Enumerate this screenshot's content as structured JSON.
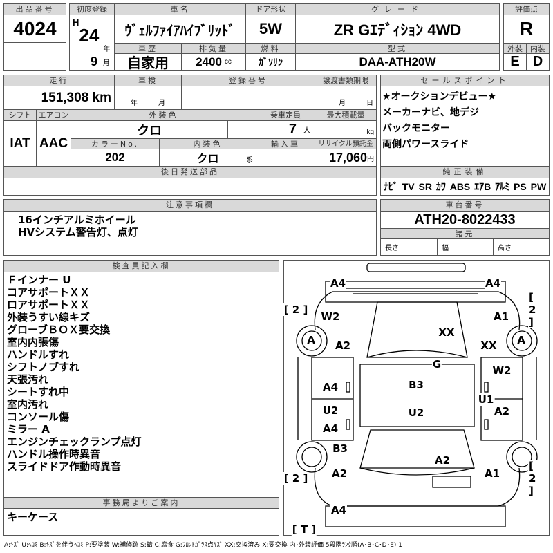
{
  "header": {
    "lot_no_label": "出品番号",
    "lot_no": "4024",
    "first_reg_label": "初度登録",
    "era": "H",
    "year": "24",
    "year_unit": "年",
    "month": "9",
    "month_unit": "月",
    "car_name_label": "車名",
    "car_name": "ｳﾞｪﾙﾌｧｲｱﾊｲﾌﾞﾘｯﾄﾞ",
    "door_label": "ドア形状",
    "door": "5W",
    "grade_label": "グレード",
    "grade": "ZR Gｴﾃﾞｨｼｮﾝ 4WD",
    "score_label": "評価点",
    "score": "R",
    "history_label": "車歴",
    "history": "自家用",
    "displacement_label": "排気量",
    "displacement": "2400",
    "displacement_unit": "cc",
    "fuel_label": "燃料",
    "fuel": "ｶﾞｿﾘﾝ",
    "model_label": "型式",
    "model": "DAA-ATH20W",
    "exterior_label": "外装",
    "exterior": "E",
    "interior_label": "内装",
    "interior": "D"
  },
  "details": {
    "mileage_label": "走行",
    "mileage": "151,308 km",
    "inspection_label": "車検",
    "inspection_year": "年",
    "inspection_month": "月",
    "reg_no_label": "登録番号",
    "transfer_label": "譲渡書類期限",
    "transfer_month": "月",
    "transfer_day": "日",
    "shift_label": "シフト",
    "shift": "IAT",
    "ac_label": "エアコン",
    "ac": "AAC",
    "color_label": "外装色",
    "color": "クロ",
    "capacity_label": "乗車定員",
    "capacity": "7",
    "capacity_unit": "人",
    "load_label": "最大積載量",
    "load_unit": "kg",
    "color_no_label": "カラーNo.",
    "color_no": "202",
    "int_color_label": "内装色",
    "int_color": "クロ",
    "int_color_suffix": "系",
    "import_label": "輸入車",
    "recycle_label": "リサイクル預託金",
    "recycle": "17,060",
    "recycle_unit": "円",
    "later_parts_label": "後日発送部品"
  },
  "sales": {
    "label": "セールスポイント",
    "items": [
      "★オークションデビュー★",
      "メーカーナビ、地デジ",
      "バックモニター",
      "両側パワースライド"
    ]
  },
  "equipment": {
    "label": "純正装備",
    "items": "ﾅﾋﾞ TV SR ｶﾜ ABS ｴｱB ｱﾙﾐ PS PW"
  },
  "notes": {
    "label": "注意事項欄",
    "items": [
      "16インチアルミホイール",
      "HVシステム警告灯、点灯"
    ]
  },
  "chassis": {
    "label": "車台番号",
    "value": "ATH20-8022433",
    "spec_label": "諸元",
    "length": "長さ",
    "width": "幅",
    "height": "高さ"
  },
  "inspector": {
    "label": "検査員記入欄",
    "items": [
      "Ｆインナー U",
      "コアサポートＸＸ",
      "ロアサポートＸＸ",
      "外装うすい線キズ",
      "グローブＢＯＸ要交換",
      "室内内張傷",
      "ハンドルすれ",
      "シフトノブすれ",
      "天張汚れ",
      "シートすれ中",
      "室内汚れ",
      "コンソール傷",
      "ミラー A",
      "エンジンチェックランプ点灯",
      "ハンドル操作時異音",
      "スライドドア作動時異音"
    ]
  },
  "office": {
    "label": "事務局よりご案内",
    "text": "キーケース"
  },
  "diagram": {
    "marks": [
      "A4",
      "A4",
      "[ 2 ]",
      "[ 2 ]",
      "W2",
      "A1",
      "A",
      "A",
      "A2",
      "XX",
      "XX",
      "G",
      "W2",
      "A4",
      "B3",
      "U1",
      "U2",
      "U2",
      "A2",
      "A4",
      "B3",
      "A2",
      "[ 2 ]",
      "A2",
      "A1",
      "[ 2 ]",
      "A4",
      "[ T ]"
    ]
  },
  "legend": "A:ｷｽﾞ U:ﾍｺﾐ B:ｷｽﾞを伴うﾍｺﾐ P:要塗装 W:補修跡 S:錆 C:腐食 G:ﾌﾛﾝﾄｶﾞﾗｽ点ｷｽﾞ XX:交換済み X:要交換 内･外装評価 5段階ﾗﾝｸ順(A･B･C･D･E) 1"
}
